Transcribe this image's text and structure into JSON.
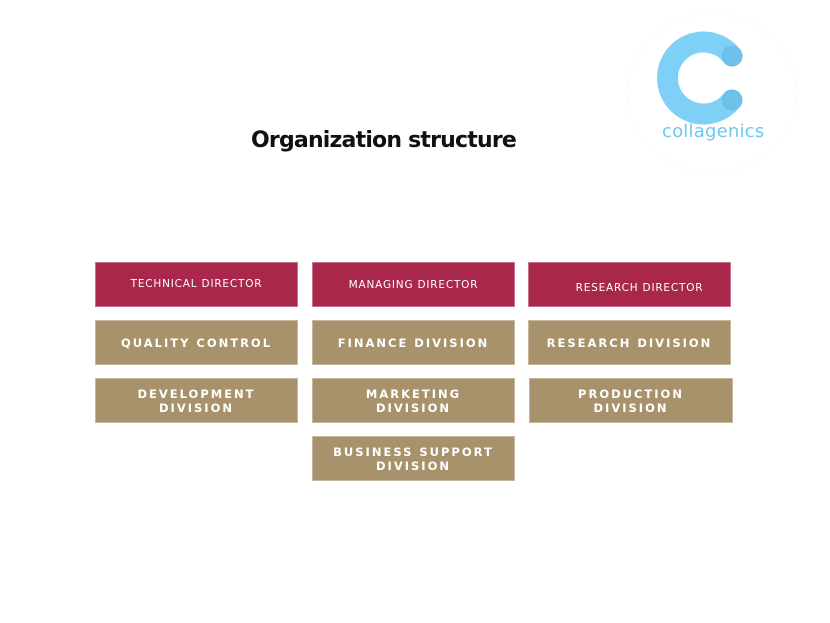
{
  "header": {
    "title": "Organization structure"
  },
  "logo": {
    "text": "collagenics",
    "icon": "letter-c-icon",
    "color": "#6fc8f2"
  },
  "colors": {
    "director": "#a8274a",
    "division": "#a8926b"
  },
  "directors": [
    {
      "label": "TECHNICAL DIRECTOR"
    },
    {
      "label": "MANAGING DIRECTOR"
    },
    {
      "label": "RESEARCH DIRECTOR"
    }
  ],
  "divisions": [
    {
      "label": "QUALITY CONTROL"
    },
    {
      "label": "FINANCE DIVISION"
    },
    {
      "label": "RESEARCH DIVISION"
    },
    {
      "label": "DEVELOPMENT DIVISION"
    },
    {
      "label": "MARKETING DIVISION"
    },
    {
      "label": "PRODUCTION DIVISION"
    },
    {
      "label": "BUSINESS SUPPORT DIVISION"
    }
  ]
}
